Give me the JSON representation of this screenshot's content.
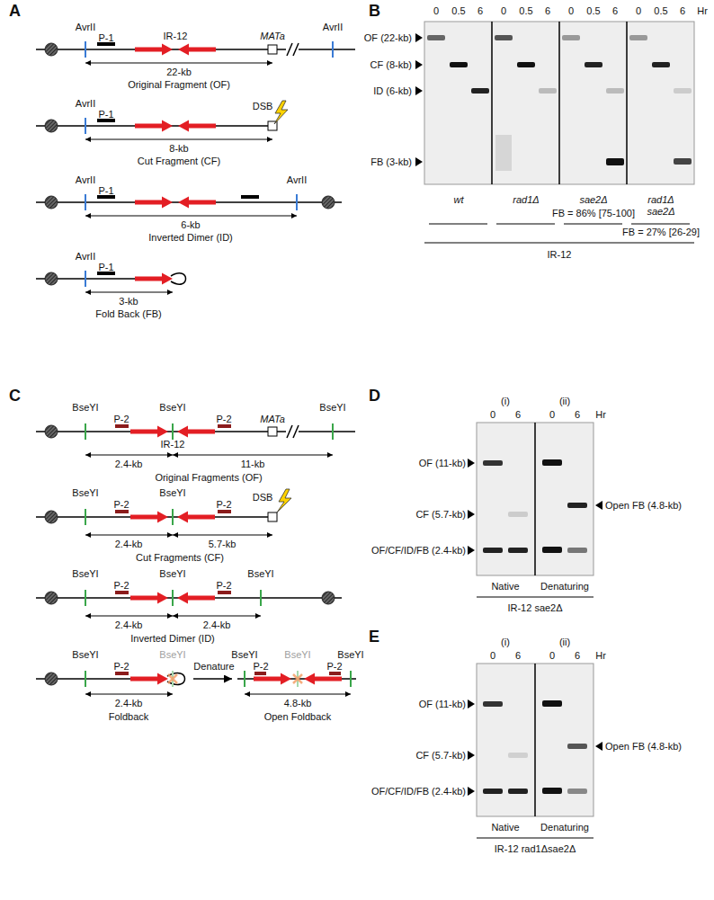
{
  "diagram": {
    "labels": [
      "A",
      "AvrII",
      "AvrII",
      "P-1",
      "IR-12",
      "MATa",
      "22-kb",
      "Original Fragment (OF)",
      "AvrII",
      "P-1",
      "DSB",
      "8-kb",
      "Cut Fragment (CF)",
      "AvrII",
      "P-1",
      "AvrII",
      "6-kb",
      "Inverted Dimer (ID)",
      "AvrII",
      "P-1",
      "3-kb",
      "Fold Back (FB)",
      "B",
      "0",
      "0.5",
      "6",
      "0",
      "0.5",
      "6",
      "0",
      "0.5",
      "6",
      "0",
      "0.5",
      "6",
      "Hr",
      "OF (22-kb)",
      "CF (8-kb)",
      "ID (6-kb)",
      "FB (3-kb)",
      "wt",
      "rad1Δ",
      "sae2Δ",
      "FB = 86% [75-100]",
      "rad1Δ sae2Δ",
      "FB = 27% [26-29]",
      "IR-12",
      "C",
      "BseYI",
      "BseYI",
      "P-2",
      "P-2",
      "BseYI",
      "IR-12",
      "MATa",
      "2.4-kb",
      "11-kb",
      "Original Fragments (OF)",
      "BseYI",
      "BseYI",
      "P-2",
      "P-2",
      "DSB",
      "2.4-kb",
      "5.7-kb",
      "Cut Fragments (CF)",
      "BseYI",
      "BseYI",
      "P-2",
      "P-2",
      "BseYI",
      "2.4-kb",
      "2.4-kb",
      "Inverted Dimer (ID)",
      "BseYI",
      "P-2",
      "BseYI",
      "2.4-kb",
      "Foldback",
      "Denature",
      "BseYI",
      "BseYI",
      "P-2",
      "P-2",
      "BseYI",
      "4.8-kb",
      "Open Foldback",
      "D",
      "(i)",
      "(ii)",
      "0",
      "6",
      "0",
      "6",
      "Hr",
      "OF (11-kb)",
      "CF (5.7-kb)",
      "OF/CF/ID/FB (2.4-kb)",
      "Open FB (4.8-kb)",
      "Native",
      "Denaturing",
      "IR-12 sae2Δ",
      "E",
      "(i)",
      "(ii)",
      "0",
      "6",
      "0",
      "6",
      "Hr",
      "OF (11-kb)",
      "CF (5.7-kb)",
      "OF/CF/ID/FB (2.4-kb)",
      "Open FB (4.8-kb)",
      "Native",
      "Denaturing",
      "IR-12 rad1Δsae2Δ"
    ]
  }
}
